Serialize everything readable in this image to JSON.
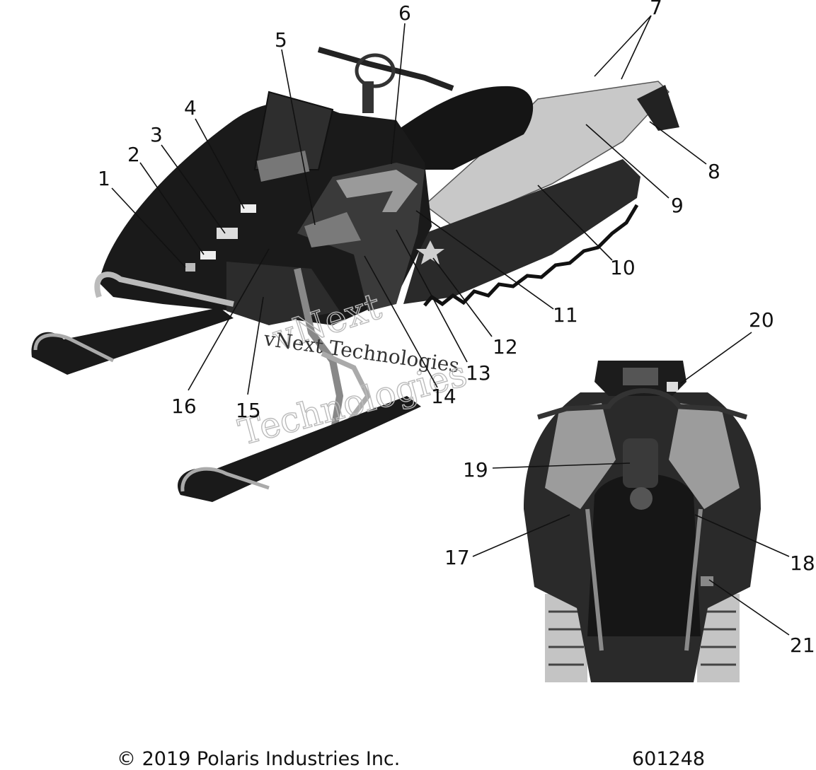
{
  "callouts": {
    "c1": "1",
    "c2": "2",
    "c3": "3",
    "c4": "4",
    "c5": "5",
    "c6": "6",
    "c7": "7",
    "c8": "8",
    "c9": "9",
    "c10": "10",
    "c11": "11",
    "c12": "12",
    "c13": "13",
    "c14": "14",
    "c15": "15",
    "c16": "16",
    "c17": "17",
    "c18": "18",
    "c19": "19",
    "c20": "20",
    "c21": "21"
  },
  "watermark": {
    "line1": "vNext",
    "line2": "vNext Technologies",
    "line3": "Technologies"
  },
  "footer": {
    "copyright": "© 2019 Polaris Industries Inc.",
    "doc_number": "601248"
  },
  "colors": {
    "body": "#1a1a1a",
    "panel": "#3a3a3a",
    "accent_gray": "#9a9a9a",
    "rail": "#c8c8c8"
  }
}
